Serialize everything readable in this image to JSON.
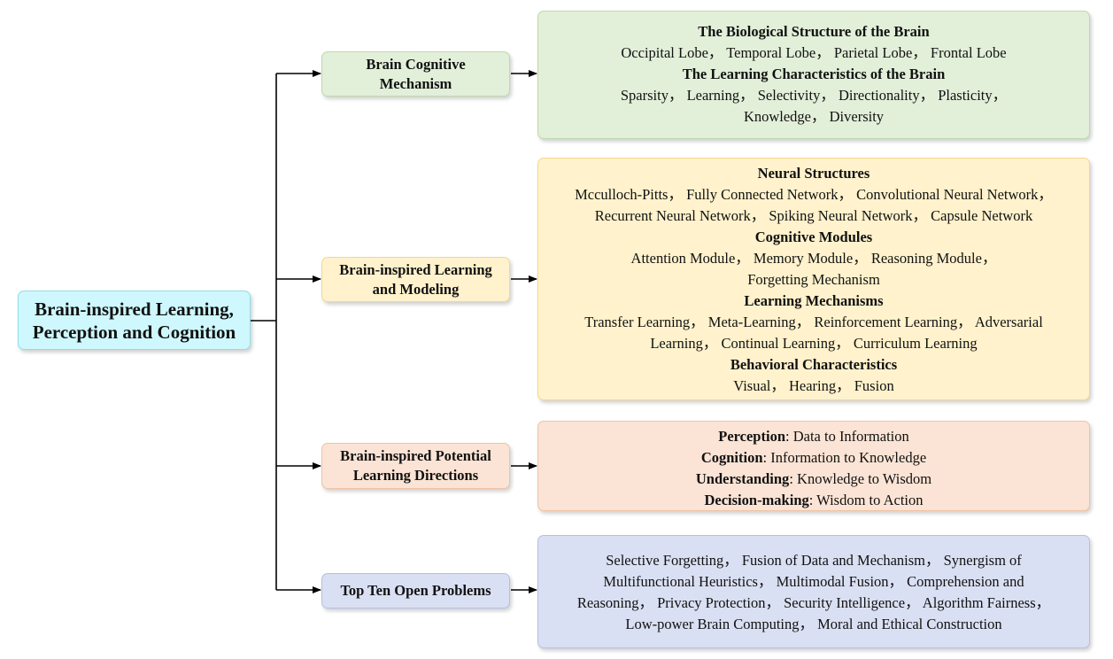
{
  "root": {
    "line1": "Brain-inspired Learning,",
    "line2": "Perception and Cognition"
  },
  "branches": [
    {
      "label_line1": "Brain Cognitive",
      "label_line2": "Mechanism",
      "content": {
        "h1": "The Biological Structure of the Brain",
        "l1": "Occipital Lobe， Temporal Lobe， Parietal Lobe， Frontal Lobe",
        "h2": "The Learning Characteristics of the Brain",
        "l2": "Sparsity， Learning， Selectivity， Directionality， Plasticity，",
        "l3": "Knowledge， Diversity"
      }
    },
    {
      "label_line1": "Brain-inspired Learning",
      "label_line2": "and Modeling",
      "content": {
        "h1": "Neural Structures",
        "l1": "Mcculloch-Pitts， Fully Connected Network， Convolutional Neural Network，",
        "l2": "Recurrent Neural Network， Spiking Neural Network， Capsule Network",
        "h2": "Cognitive Modules",
        "l3": "Attention Module， Memory Module， Reasoning Module，",
        "l4": "Forgetting Mechanism",
        "h3": "Learning Mechanisms",
        "l5": "Transfer Learning， Meta-Learning， Reinforcement Learning， Adversarial",
        "l6": "Learning， Continual Learning， Curriculum Learning",
        "h4": "Behavioral Characteristics",
        "l7": "Visual， Hearing， Fusion"
      }
    },
    {
      "label_line1": "Brain-inspired Potential",
      "label_line2": "Learning Directions",
      "content": {
        "t1": "Perception",
        "d1": ": Data to Information",
        "t2": "Cognition",
        "d2": ": Information to Knowledge",
        "t3": "Understanding",
        "d3": ": Knowledge to Wisdom",
        "t4": "Decision-making",
        "d4": ": Wisdom to Action"
      }
    },
    {
      "label_line1": "Top Ten Open Problems",
      "content": {
        "l1": "Selective Forgetting， Fusion of Data and Mechanism， Synergism of",
        "l2": "Multifunctional Heuristics， Multimodal Fusion， Comprehension and",
        "l3": "Reasoning， Privacy Protection， Security Intelligence， Algorithm Fairness，",
        "l4": "Low-power Brain Computing， Moral and Ethical Construction"
      }
    }
  ]
}
